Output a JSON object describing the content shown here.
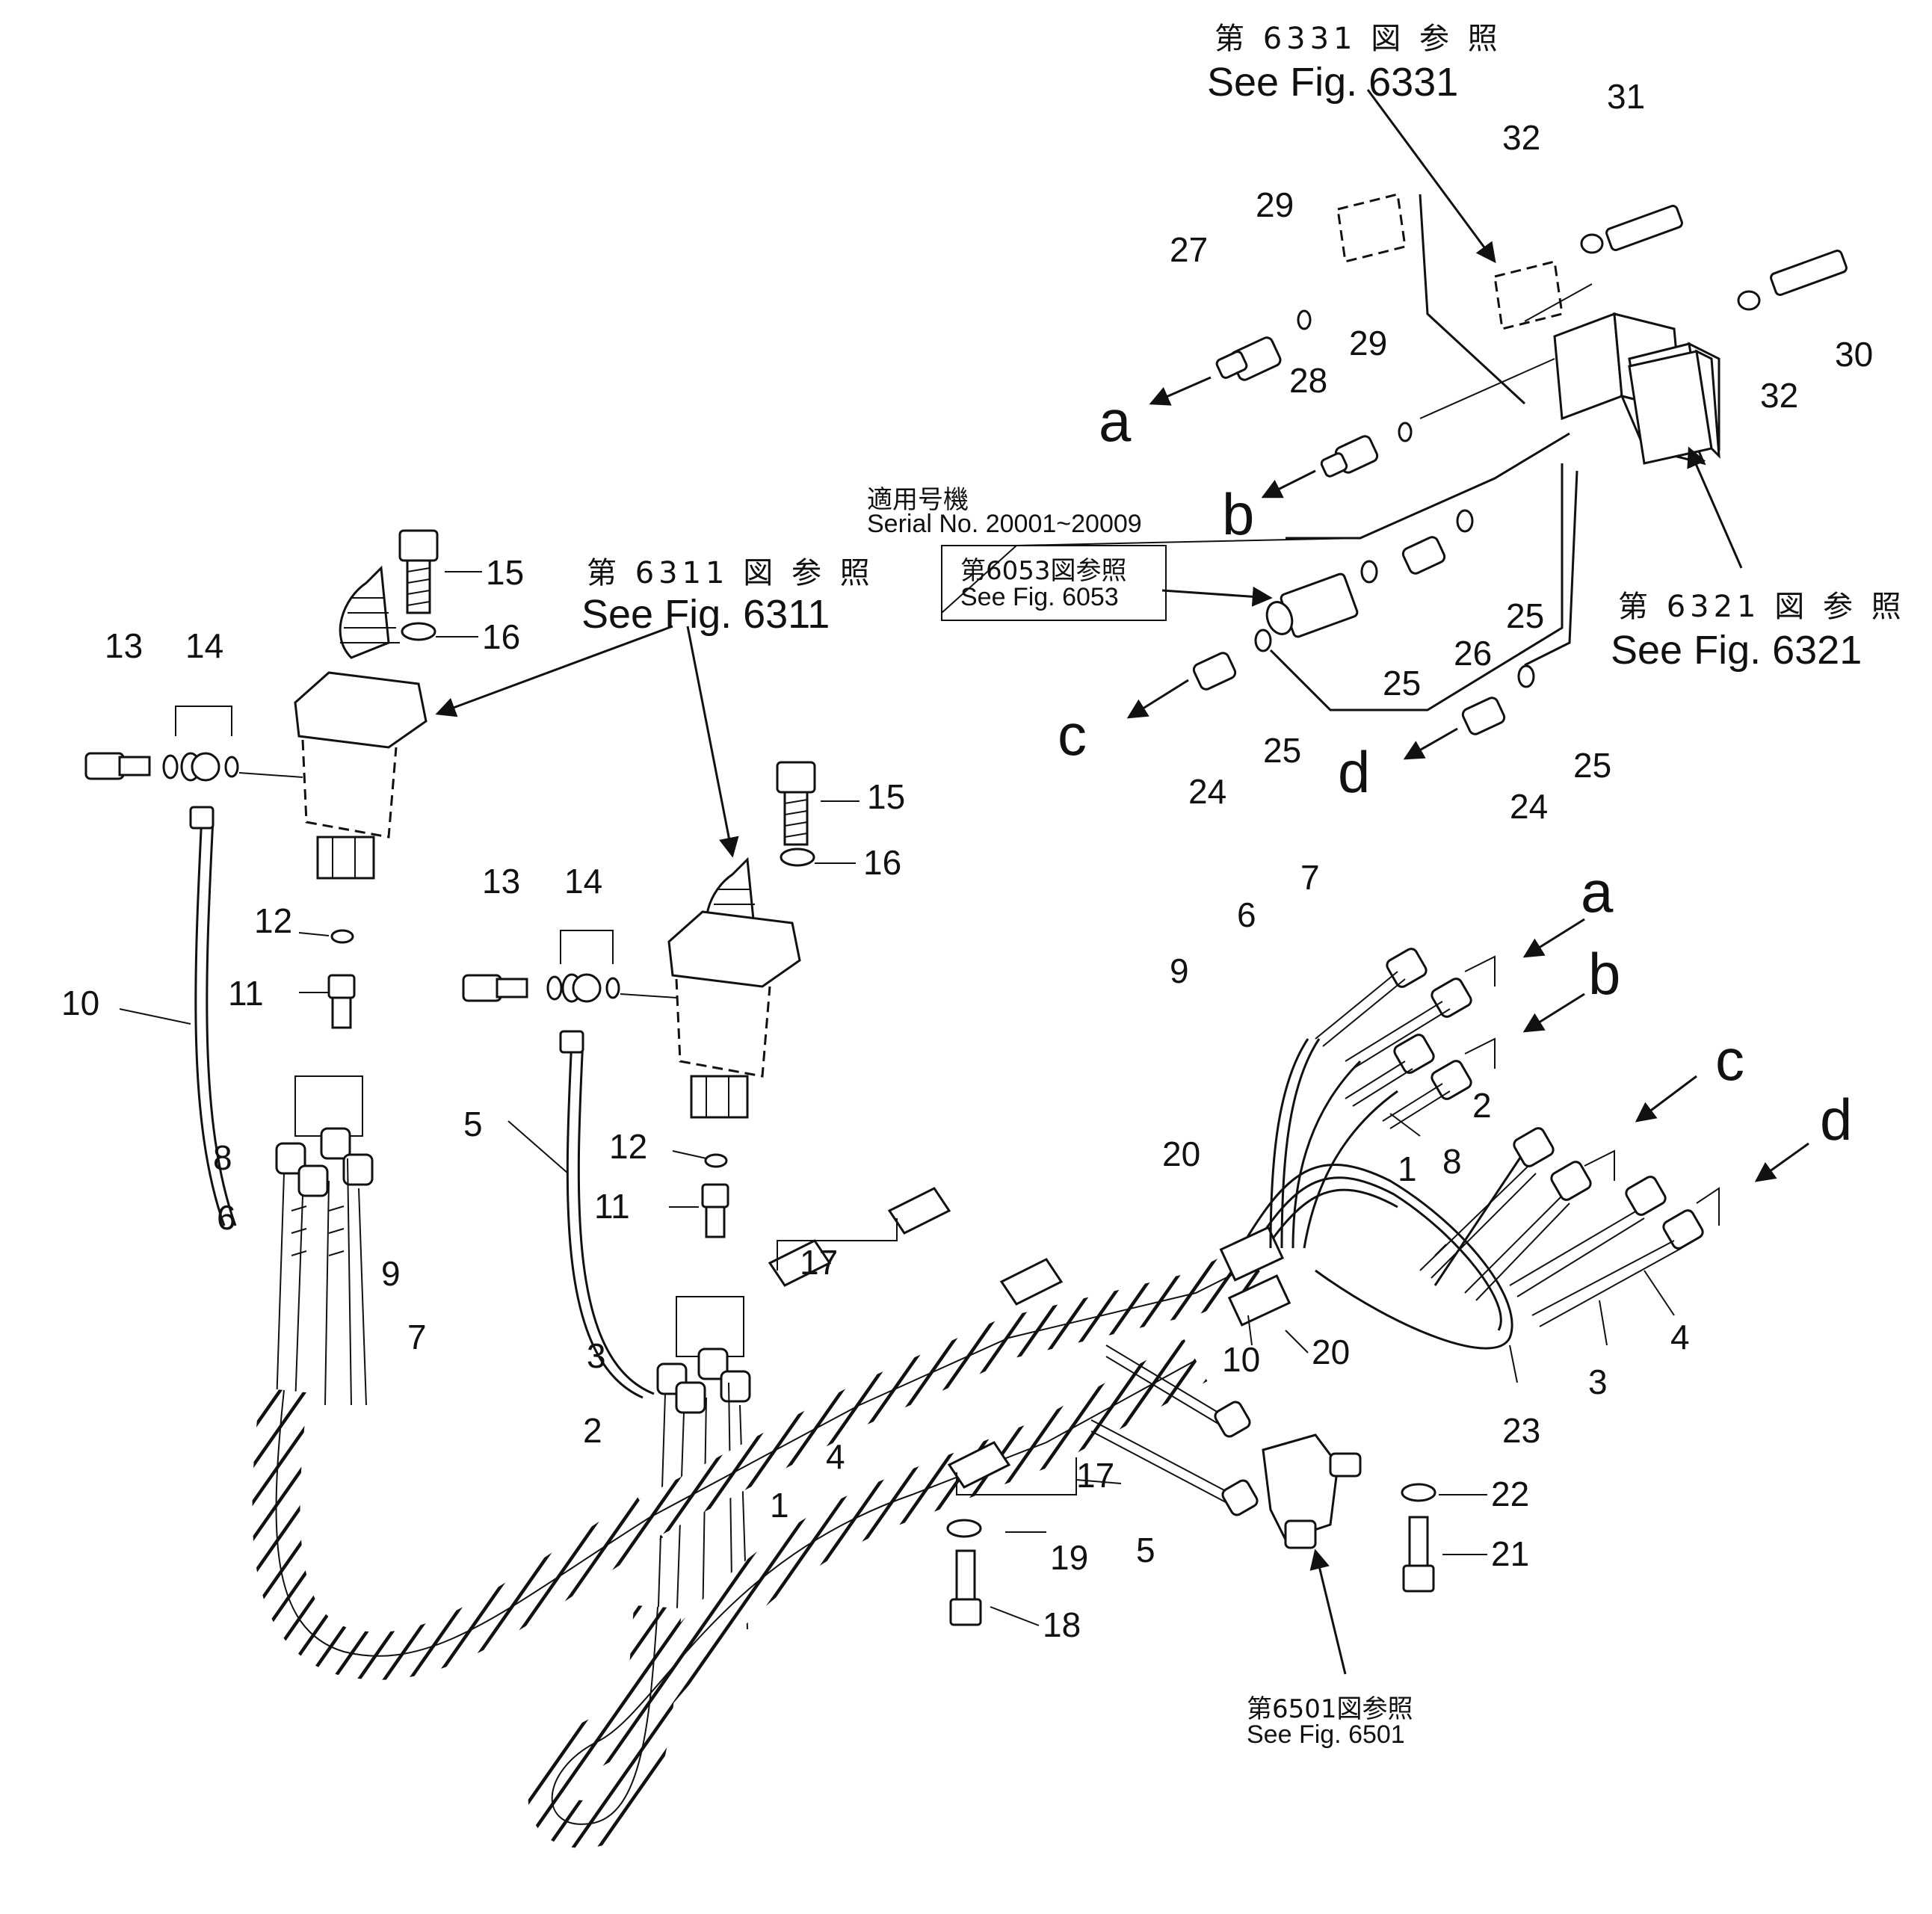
{
  "references": {
    "fig6331_jp": "第 6331 図 参 照",
    "fig6331_en": "See Fig. 6331",
    "fig6311_jp": "第 6311 図 参 照",
    "fig6311_en": "See Fig. 6311",
    "fig6321_jp": "第 6321 図 参 照",
    "fig6321_en": "See Fig. 6321",
    "fig6053_jp": "第6053図参照",
    "fig6053_en": "See Fig. 6053",
    "fig6501_jp": "第6501図参照",
    "fig6501_en": "See Fig. 6501",
    "serial_jp": "適用号機",
    "serial_en": "Serial No. 20001~20009"
  },
  "connection_letters": {
    "a": "a",
    "b": "b",
    "c": "c",
    "d": "d"
  },
  "part_numbers": {
    "p1": "1",
    "p2": "2",
    "p3": "3",
    "p4": "4",
    "p5": "5",
    "p6": "6",
    "p7": "7",
    "p8": "8",
    "p9": "9",
    "p10": "10",
    "p11": "11",
    "p12": "12",
    "p13": "13",
    "p14": "14",
    "p15": "15",
    "p16": "16",
    "p17": "17",
    "p18": "18",
    "p19": "19",
    "p20": "20",
    "p21": "21",
    "p22": "22",
    "p23": "23",
    "p24": "24",
    "p25": "25",
    "p26": "26",
    "p27": "27",
    "p28": "28",
    "p29": "29",
    "p30": "30",
    "p31": "31",
    "p32": "32"
  }
}
